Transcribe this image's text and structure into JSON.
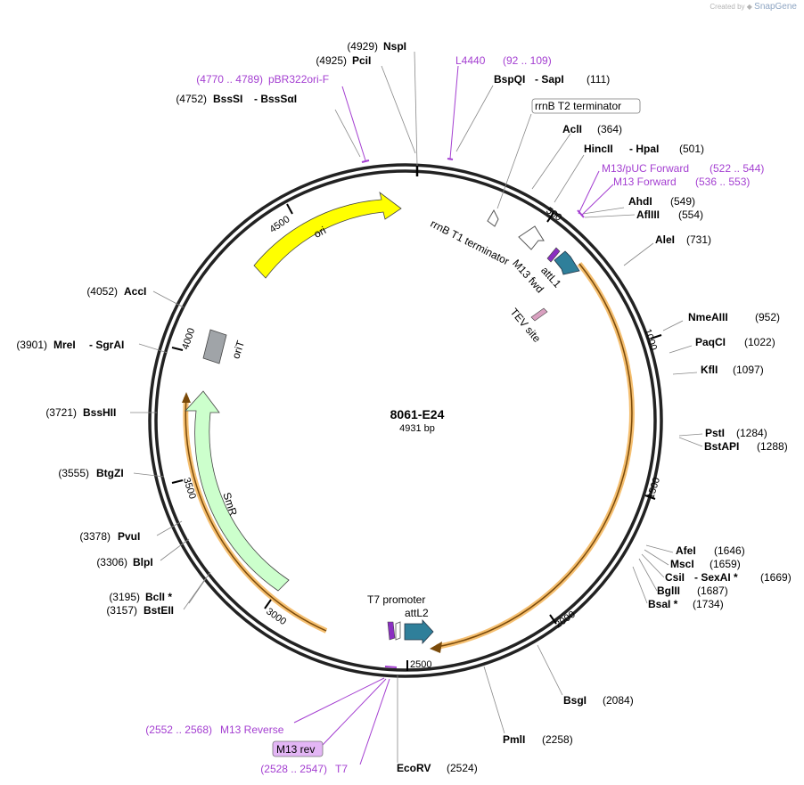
{
  "credit": {
    "prefix": "Created by",
    "brand": "SnapGene"
  },
  "plasmid": {
    "name": "8061-E24",
    "length": "4931 bp"
  },
  "ticks": [
    "500",
    "1000",
    "1500",
    "2000",
    "2500",
    "3000",
    "3500",
    "4000",
    "4500"
  ],
  "enzymes": {
    "nspi": {
      "pos": "(4929)",
      "name": "NspI"
    },
    "pcii": {
      "pos": "(4925)",
      "name": "PciI"
    },
    "bssshi": {
      "pos": "(4752)",
      "name": "BssSI",
      "alt": "- BssSαI"
    },
    "bspqi": {
      "name": "BspQI",
      "alt": "- SapI",
      "pos": "(111)"
    },
    "acli": {
      "name": "AclI",
      "pos": "(364)"
    },
    "hincii": {
      "name": "HincII",
      "alt": "- HpaI",
      "pos": "(501)"
    },
    "ahdi": {
      "name": "AhdI",
      "pos": "(549)"
    },
    "afliii": {
      "name": "AflIII",
      "pos": "(554)"
    },
    "alei": {
      "name": "AleI",
      "pos": "(731)"
    },
    "nmeaiii": {
      "name": "NmeAIII",
      "pos": "(952)"
    },
    "paqci": {
      "name": "PaqCI",
      "pos": "(1022)"
    },
    "kfli": {
      "name": "KflI",
      "pos": "(1097)"
    },
    "psti": {
      "name": "PstI",
      "pos": "(1284)"
    },
    "bstapi": {
      "name": "BstAPI",
      "pos": "(1288)"
    },
    "afei": {
      "name": "AfeI",
      "pos": "(1646)"
    },
    "msci": {
      "name": "MscI",
      "pos": "(1659)"
    },
    "csii": {
      "name": "CsiI",
      "alt": "- SexAI *",
      "pos": "(1669)"
    },
    "bglii": {
      "name": "BglII",
      "pos": "(1687)"
    },
    "bsai": {
      "name": "BsaI *",
      "pos": "(1734)"
    },
    "bsgi": {
      "name": "BsgI",
      "pos": "(2084)"
    },
    "pmli": {
      "name": "PmlI",
      "pos": "(2258)"
    },
    "ecorv": {
      "name": "EcoRV",
      "pos": "(2524)"
    },
    "bsteii": {
      "pos": "(3157)",
      "name": "BstEII"
    },
    "bcli": {
      "pos": "(3195)",
      "name": "BclI *"
    },
    "blpi": {
      "pos": "(3306)",
      "name": "BlpI"
    },
    "pvui": {
      "pos": "(3378)",
      "name": "PvuI"
    },
    "btgzi": {
      "pos": "(3555)",
      "name": "BtgZI"
    },
    "bsshii": {
      "pos": "(3721)",
      "name": "BssHII"
    },
    "mrei": {
      "pos": "(3901)",
      "name": "MreI",
      "alt": "- SgrAI"
    },
    "acci": {
      "pos": "(4052)",
      "name": "AccI"
    }
  },
  "primers": {
    "l4440": {
      "name": "L4440",
      "range": "(92 .. 109)"
    },
    "pbr322": {
      "range": "(4770 .. 4789)",
      "name": "pBR322ori-F"
    },
    "m13puc": {
      "name": "M13/pUC Forward",
      "range": "(522 .. 544)"
    },
    "m13fwd": {
      "name": "M13 Forward",
      "range": "(536 .. 553)"
    },
    "m13rev_primer": {
      "range": "(2552 .. 2568)",
      "name": "M13 Reverse"
    },
    "t7": {
      "range": "(2528 .. 2547)",
      "name": "T7"
    }
  },
  "features": {
    "rrnb_t2": "rrnB T2 terminator",
    "rrnb_t1": "rrnB T1 terminator",
    "attl1": "attL1",
    "m13fwd": "M13 fwd",
    "tev": "TEV site",
    "t7promoter": "T7 promoter",
    "attl2": "attL2",
    "m13rev": "M13 rev",
    "ori": "ori",
    "orit": "oriT",
    "smr": "SmR"
  },
  "colors": {
    "ori": "#ffff00",
    "smr": "#ccffcc",
    "att": "#2f7f9a",
    "orit": "#a0a4a8",
    "primer": "#a43fd1",
    "insert_highlight": "#f4b860",
    "m13rev_box": "#e3b6f5"
  }
}
